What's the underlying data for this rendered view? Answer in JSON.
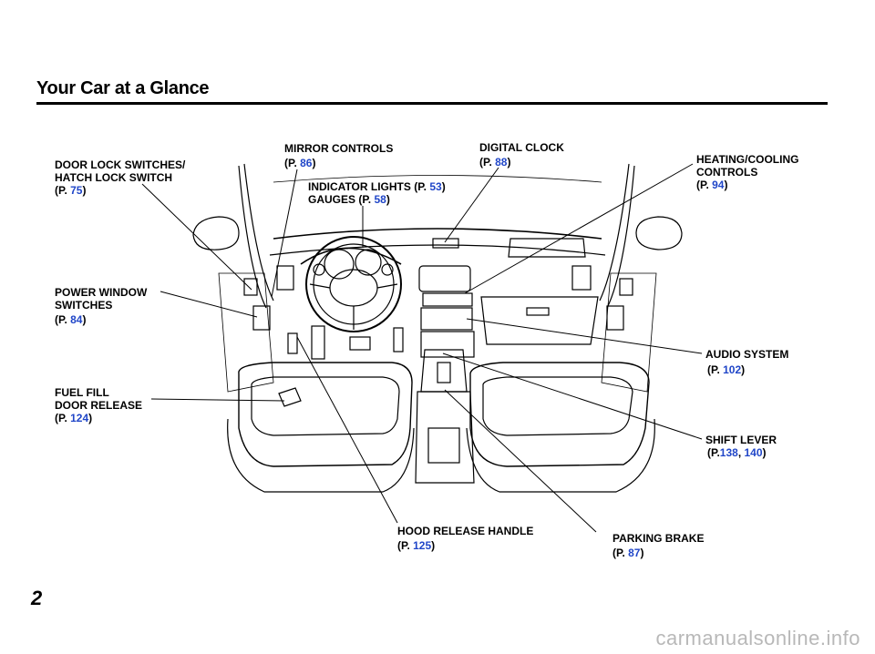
{
  "page": {
    "title": "Your Car at a Glance",
    "number": "2"
  },
  "labels": {
    "door_lock": {
      "line1": "DOOR LOCK SWITCHES/",
      "line2": "HATCH LOCK SWITCH",
      "ref": "(P. ",
      "page": "75",
      "close": ")"
    },
    "mirror": {
      "line1": "MIRROR CONTROLS",
      "ref": "(P. ",
      "page": "86",
      "close": ")"
    },
    "indicator": {
      "line1a": "INDICATOR LIGHTS (P. ",
      "page1": "53",
      "close1": ")",
      "line2a": "GAUGES (P. ",
      "page2": "58",
      "close2": ")"
    },
    "clock": {
      "line1": "DIGITAL CLOCK",
      "ref": "(P. ",
      "page": "88",
      "close": ")"
    },
    "heating": {
      "line1": "HEATING/COOLING",
      "line2": "CONTROLS",
      "ref": "(P. ",
      "page": "94",
      "close": ")"
    },
    "power_window": {
      "line1": "POWER WINDOW",
      "line2": "SWITCHES",
      "ref": "(P. ",
      "page": "84",
      "close": ")"
    },
    "fuel": {
      "line1": "FUEL FILL",
      "line2": "DOOR RELEASE",
      "ref": "(P. ",
      "page": "124",
      "close": ")"
    },
    "audio": {
      "line1": "AUDIO SYSTEM",
      "ref": "(P. ",
      "page": "102",
      "close": ")"
    },
    "shift": {
      "line1": "SHIFT LEVER",
      "ref": "(P.",
      "page1": "138",
      "sep": ", ",
      "page2": "140",
      "close": ")"
    },
    "hood": {
      "line1": "HOOD RELEASE HANDLE",
      "ref": "(P. ",
      "page": "125",
      "close": ")"
    },
    "parking": {
      "line1": "PARKING BRAKE",
      "ref": "(P. ",
      "page": "87",
      "close": ")"
    }
  },
  "watermark": "carmanualsonline.info",
  "colors": {
    "page_link": "#2046c8",
    "text": "#000000"
  }
}
